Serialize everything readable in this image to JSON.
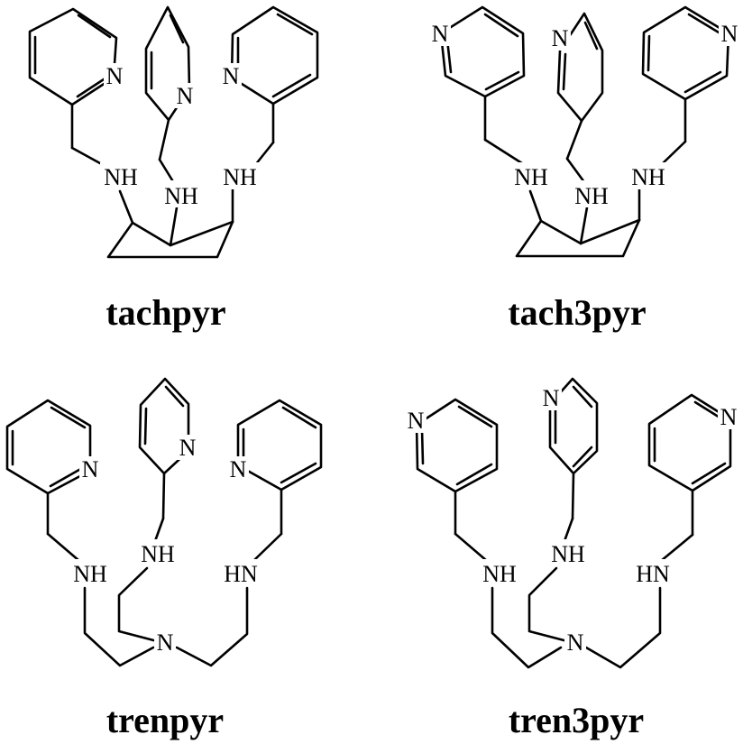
{
  "colors": {
    "background": "#ffffff",
    "ink": "#000000"
  },
  "structures": [
    {
      "name": "tachpyr",
      "core": "cyclohexane-triamine",
      "pyridine": "2-pyridyl",
      "atoms": {
        "pyridine_n": "N",
        "amine": "NH"
      }
    },
    {
      "name": "tach3pyr",
      "core": "cyclohexane-triamine",
      "pyridine": "3-pyridyl",
      "atoms": {
        "pyridine_n": "N",
        "amine": "NH"
      }
    },
    {
      "name": "trenpyr",
      "core": "tren",
      "pyridine": "2-pyridyl",
      "atoms": {
        "pyridine_n": "N",
        "amine": "NH",
        "amine_right": "HN",
        "tertiary_n": "N"
      }
    },
    {
      "name": "tren3pyr",
      "core": "tren",
      "pyridine": "3-pyridyl",
      "atoms": {
        "pyridine_n": "N",
        "amine": "NH",
        "amine_right": "HN",
        "tertiary_n": "N"
      }
    }
  ]
}
